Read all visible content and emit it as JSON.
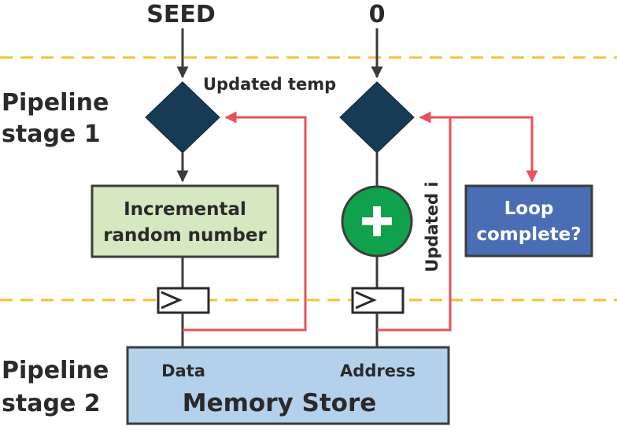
{
  "inputs": {
    "seed": "SEED",
    "zero": "0"
  },
  "stages": {
    "stage1_line1": "Pipeline",
    "stage1_line2": "stage 1",
    "stage2_line1": "Pipeline",
    "stage2_line2": "stage 2"
  },
  "labels": {
    "updated_temp": "Updated temp",
    "updated_i": "Updated i"
  },
  "boxes": {
    "incremental_line1": "Incremental",
    "incremental_line2": "random number",
    "loop_line1": "Loop",
    "loop_line2": "complete?",
    "memory_title": "Memory Store",
    "memory_data": "Data",
    "memory_address": "Address"
  },
  "icons": {
    "adder": "plus-icon",
    "register": "flip-flop-icon",
    "mux": "diamond-icon"
  },
  "colors": {
    "stage_divider": "#f2c230",
    "feedback": "#e8505b",
    "diamond": "#173b54",
    "incremental_fill": "#d5e8c0",
    "loop_fill": "#4a6eb5",
    "adder_fill": "#10a14c",
    "memory_fill": "#b3d1ea",
    "line": "#3c3c3c"
  }
}
